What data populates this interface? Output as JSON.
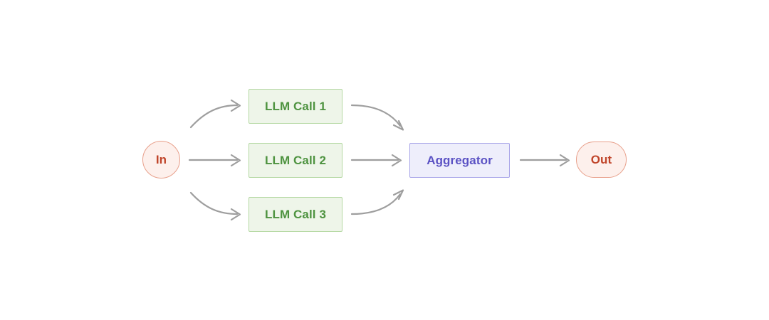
{
  "diagram": {
    "type": "flow-diagram",
    "background_color": "#ffffff",
    "nodes": [
      {
        "id": "in",
        "label": "In",
        "shape": "circle",
        "role": "input-terminal",
        "fill": "#fdf0ec",
        "stroke": "#e8a08b",
        "text_color": "#c0452a"
      },
      {
        "id": "llm-call-1",
        "label": "LLM Call 1",
        "shape": "rectangle",
        "role": "process",
        "fill": "#eef5e9",
        "stroke": "#b4d8a2",
        "text_color": "#4e9340"
      },
      {
        "id": "llm-call-2",
        "label": "LLM Call 2",
        "shape": "rectangle",
        "role": "process",
        "fill": "#eef5e9",
        "stroke": "#b4d8a2",
        "text_color": "#4e9340"
      },
      {
        "id": "llm-call-3",
        "label": "LLM Call 3",
        "shape": "rectangle",
        "role": "process",
        "fill": "#eef5e9",
        "stroke": "#b4d8a2",
        "text_color": "#4e9340"
      },
      {
        "id": "aggregator",
        "label": "Aggregator",
        "shape": "rectangle",
        "role": "aggregator",
        "fill": "#eeeefb",
        "stroke": "#a9a5e8",
        "text_color": "#5b52c4"
      },
      {
        "id": "out",
        "label": "Out",
        "shape": "stadium",
        "role": "output-terminal",
        "fill": "#fdf0ec",
        "stroke": "#e8a08b",
        "text_color": "#c0452a"
      }
    ],
    "edges": [
      {
        "id": "in-to-llm-1",
        "from": "in",
        "to": "llm-call-1",
        "style": "curved",
        "arrowhead": "open-v"
      },
      {
        "id": "in-to-llm-2",
        "from": "in",
        "to": "llm-call-2",
        "style": "straight",
        "arrowhead": "open-v"
      },
      {
        "id": "in-to-llm-3",
        "from": "in",
        "to": "llm-call-3",
        "style": "curved",
        "arrowhead": "open-v"
      },
      {
        "id": "llm-1-to-aggregator",
        "from": "llm-call-1",
        "to": "aggregator",
        "style": "curved",
        "arrowhead": "open-v"
      },
      {
        "id": "llm-2-to-aggregator",
        "from": "llm-call-2",
        "to": "aggregator",
        "style": "straight",
        "arrowhead": "open-v"
      },
      {
        "id": "llm-3-to-aggregator",
        "from": "llm-call-3",
        "to": "aggregator",
        "style": "curved",
        "arrowhead": "open-v"
      },
      {
        "id": "aggregator-to-out",
        "from": "aggregator",
        "to": "out",
        "style": "straight",
        "arrowhead": "open-v"
      }
    ],
    "edge_color": "#9e9e9e"
  }
}
